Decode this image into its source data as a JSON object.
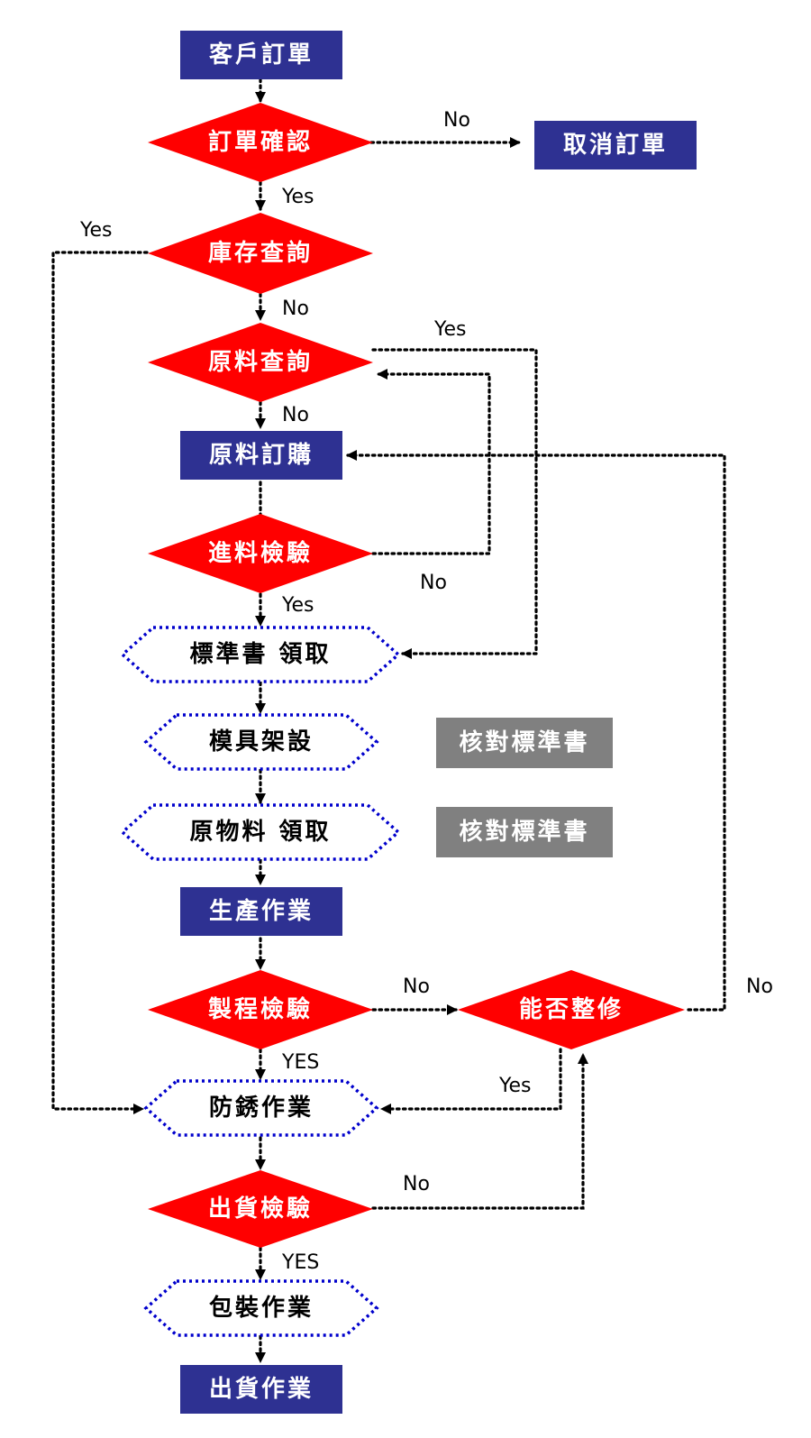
{
  "colors": {
    "process_fill": "#2e3192",
    "decision_fill": "#ff0000",
    "hex_stroke": "#0000cc",
    "note_fill": "#808080",
    "edge": "#000000"
  },
  "nodes": {
    "customer_order": "客戶訂單",
    "order_confirm": "訂單確認",
    "cancel_order": "取消訂單",
    "stock_query": "庫存查詢",
    "material_query": "原料查詢",
    "material_purchase": "原料訂購",
    "incoming_inspection": "進料檢驗",
    "standard_pickup": "標準書 領取",
    "mold_setup": "模具架設",
    "note_1": "核對標準書",
    "raw_material_pickup": "原物料 領取",
    "note_2": "核對標準書",
    "production": "生產作業",
    "process_inspection": "製程檢驗",
    "repairable": "能否整修",
    "rust_prevention": "防銹作業",
    "shipping_inspection": "出貨檢驗",
    "packaging": "包裝作業",
    "shipping": "出貨作業"
  },
  "edge_labels": {
    "confirm_no": "No",
    "confirm_yes": "Yes",
    "stock_yes": "Yes",
    "stock_no": "No",
    "material_yes": "Yes",
    "material_no": "No",
    "incoming_no": "No",
    "incoming_yes": "Yes",
    "process_no": "No",
    "repair_no": "No",
    "process_yes": "YES",
    "repair_yes": "Yes",
    "shipping_no": "No",
    "shipping_yes": "YES"
  }
}
